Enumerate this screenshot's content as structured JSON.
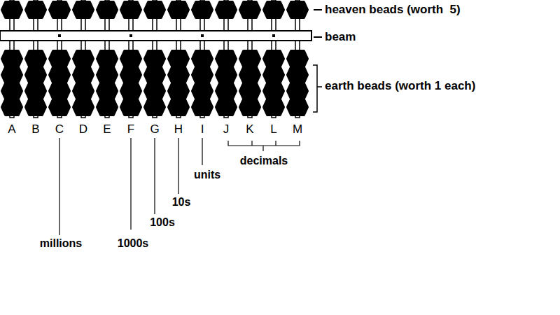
{
  "diagram": {
    "labels": [
      "heaven beads (worth  5)",
      "beam",
      "earth beads (worth 1 each)",
      "A",
      "B",
      "C",
      "D",
      "E",
      "F",
      "G",
      "H",
      "I",
      "J",
      "K",
      "L",
      "M",
      "decimals",
      "units",
      "10s",
      "100s",
      "millions",
      "1000s"
    ]
  }
}
